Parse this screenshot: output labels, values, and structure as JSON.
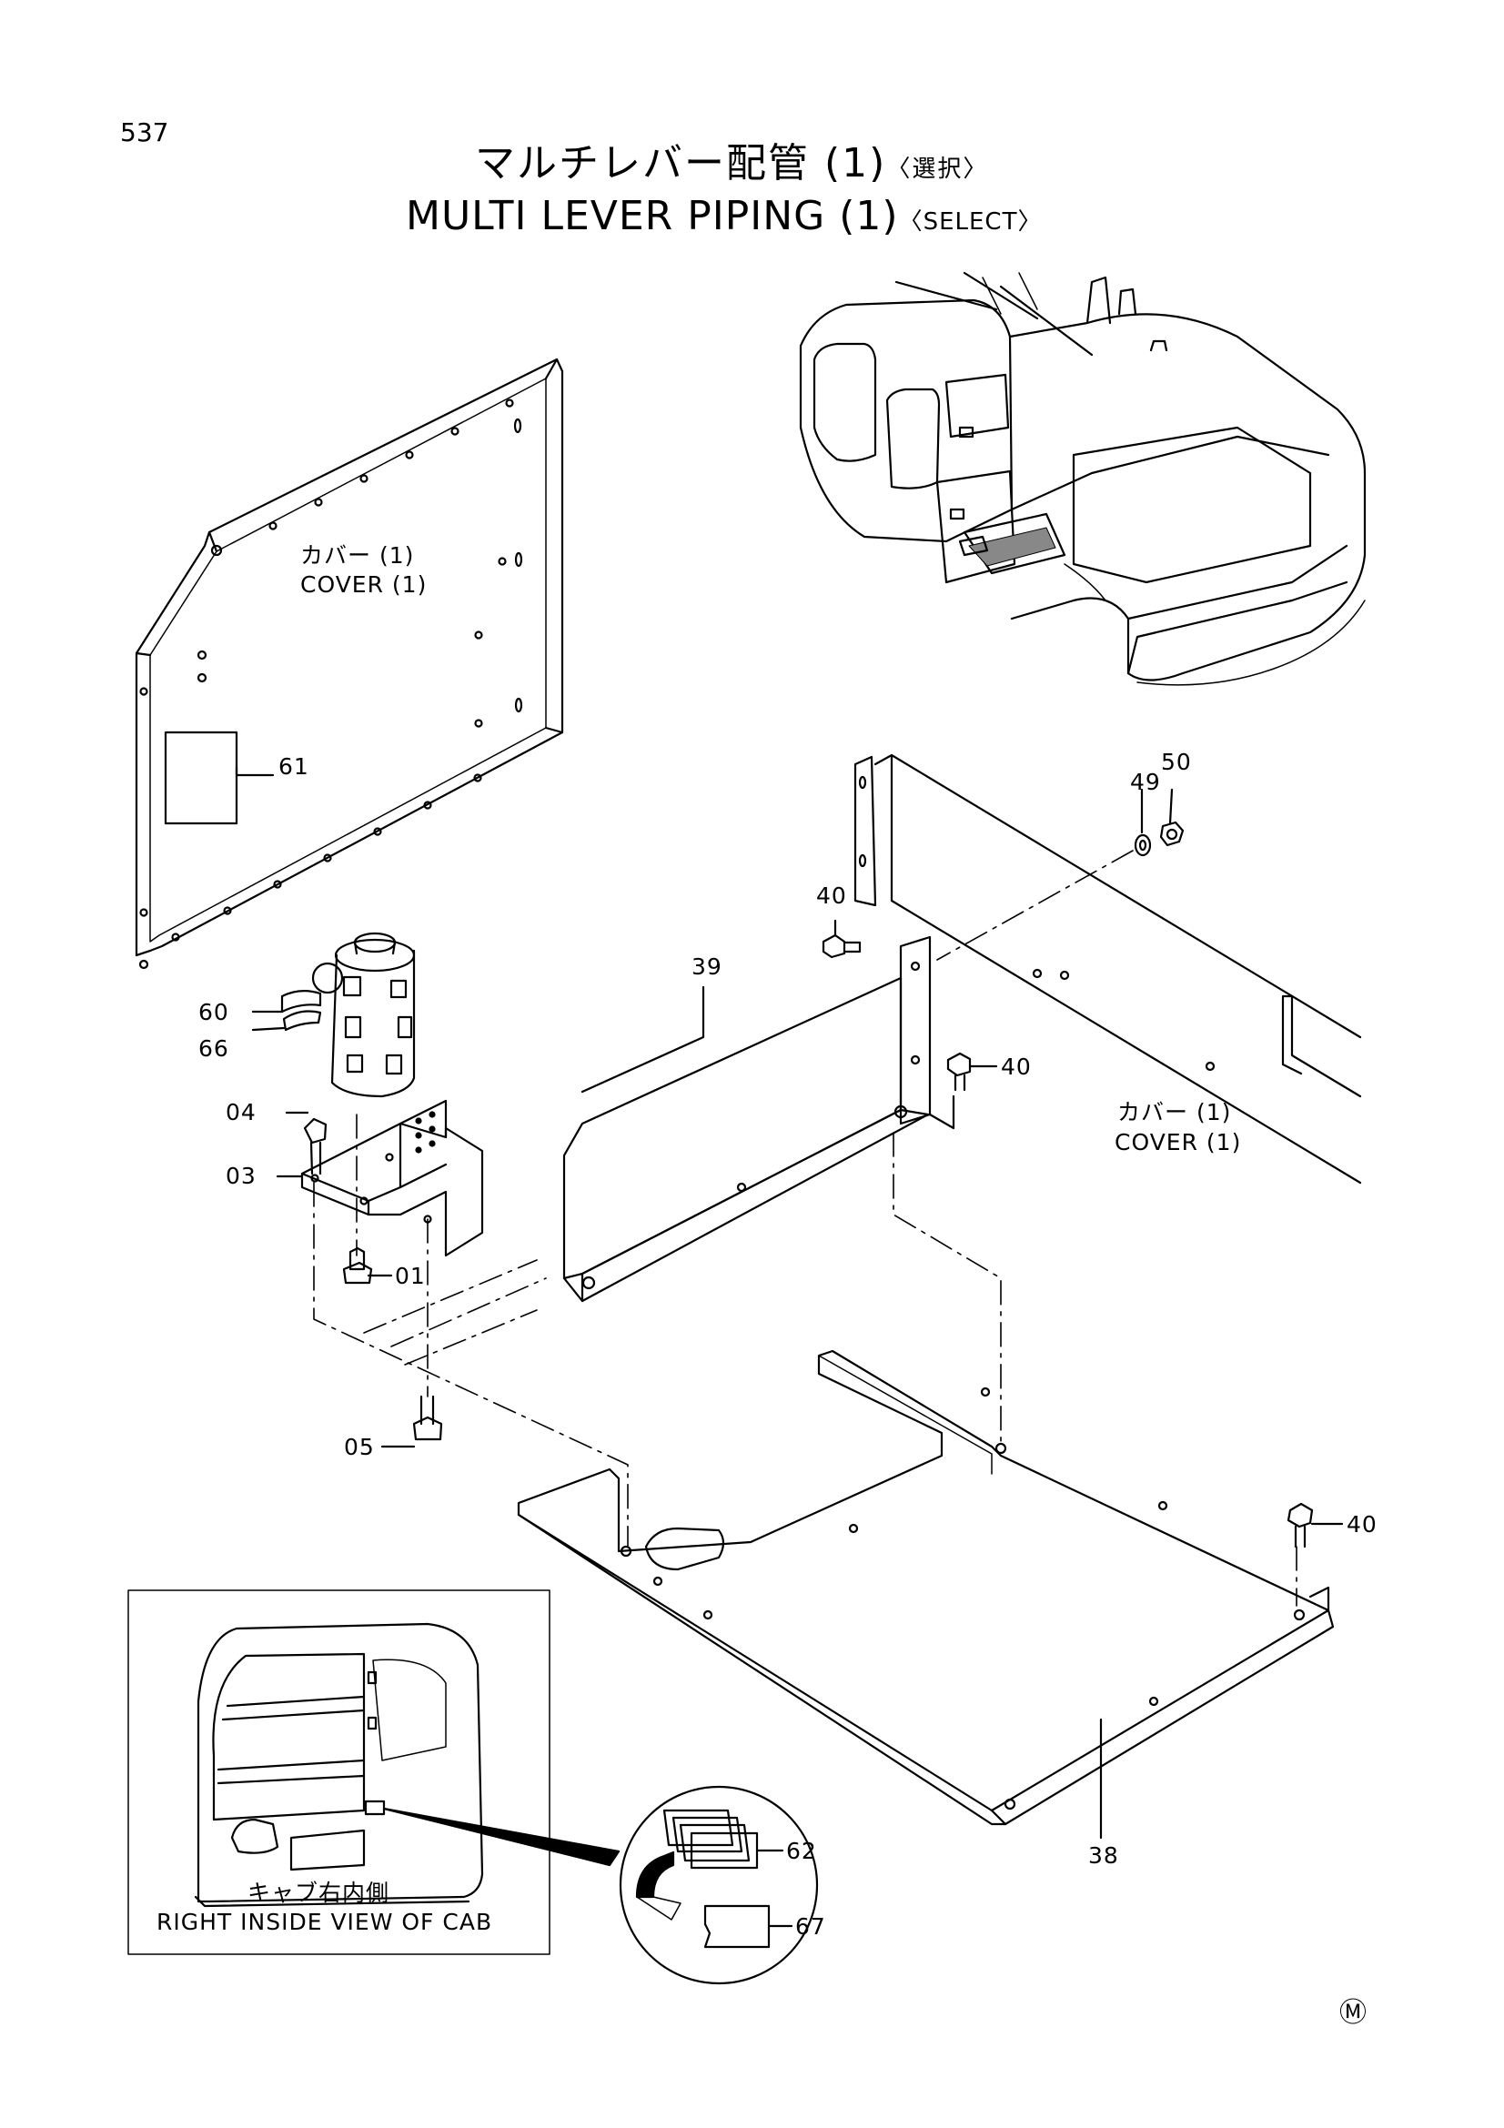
{
  "page_number": "537",
  "title": {
    "jp": "マルチレバー配管 (1)",
    "jp_tag": "〈選択〉",
    "en": "MULTI LEVER PIPING (1)",
    "en_tag": "〈SELECT〉"
  },
  "labels": {
    "cover_left_jp": "カバー (1)",
    "cover_left_en": "COVER (1)",
    "cover_right_jp": "カバー (1)",
    "cover_right_en": "COVER (1)",
    "inset_jp": "キャブ右内側",
    "inset_en": "RIGHT INSIDE VIEW OF CAB"
  },
  "callouts": {
    "p61": "61",
    "p50": "50",
    "p49": "49",
    "p40a": "40",
    "p39": "39",
    "p60": "60",
    "p66": "66",
    "p40b": "40",
    "p04": "04",
    "p03": "03",
    "p01": "01",
    "p05": "05",
    "p40c": "40",
    "p38": "38",
    "p62": "62",
    "p67": "67"
  },
  "mark": "Ⓜ"
}
